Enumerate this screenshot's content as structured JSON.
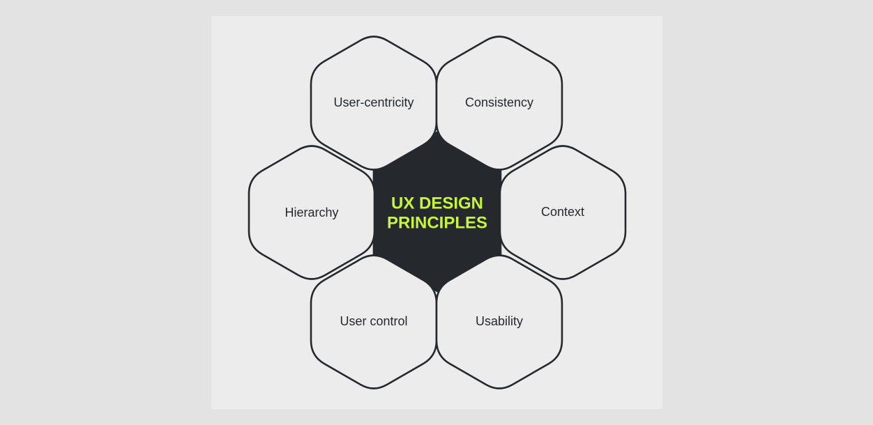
{
  "diagram": {
    "center": {
      "line1": "UX DESIGN",
      "line2": "PRINCIPLES"
    },
    "principles": [
      {
        "id": "user-centricity",
        "label": "User-centricity"
      },
      {
        "id": "consistency",
        "label": "Consistency"
      },
      {
        "id": "hierarchy",
        "label": "Hierarchy"
      },
      {
        "id": "context",
        "label": "Context"
      },
      {
        "id": "user-control",
        "label": "User control"
      },
      {
        "id": "usability",
        "label": "Usability"
      }
    ]
  },
  "colors": {
    "background": "#e3e3e3",
    "panel": "#ececec",
    "outline": "#25282d",
    "center_fill": "#25282d",
    "center_text": "#c6f53c"
  }
}
